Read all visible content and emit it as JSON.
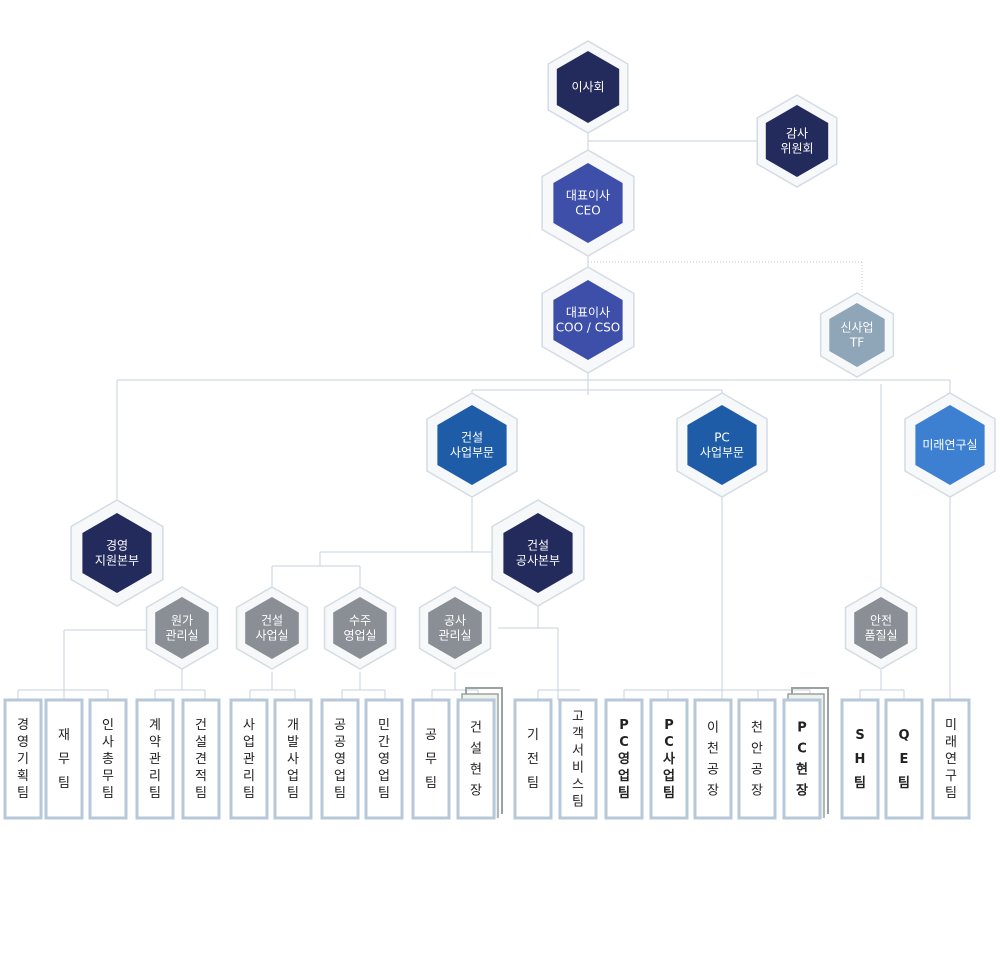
{
  "colors": {
    "line": "#c6d2de",
    "dotted": "#c9c9c9",
    "outer": "#f6f8fa",
    "outer_stroke": "#d3dbe3",
    "navy": "#232a5c",
    "royal": "#3d4fa8",
    "blue": "#1e5ca8",
    "light_blue": "#3d7fd0",
    "steel": "#8fa5b8",
    "gray": "#8a8f96",
    "box_stroke": "#b7c8d8",
    "box_fill": "#ffffff",
    "box_shadow": "#9aa3a0"
  },
  "nodes": {
    "board": [
      "이사회"
    ],
    "audit": [
      "감사",
      "위원회"
    ],
    "ceo": [
      "대표이사",
      "CEO"
    ],
    "coo": [
      "대표이사",
      "COO / CSO"
    ],
    "newbiz": [
      "신사업",
      "TF"
    ],
    "construction": [
      "건설",
      "사업부문"
    ],
    "pc": [
      "PC",
      "사업부문"
    ],
    "research": [
      "미래연구실"
    ],
    "mgmt": [
      "경영",
      "지원본부"
    ],
    "cost": [
      "원가",
      "관리실"
    ],
    "cons_biz": [
      "건설",
      "사업실"
    ],
    "sales": [
      "수주",
      "영업실"
    ],
    "work_mgmt": [
      "공사",
      "관리실"
    ],
    "works_hq": [
      "건설",
      "공사본부"
    ],
    "safety": [
      "안전",
      "품질실"
    ]
  },
  "teams": {
    "t1": "경영기획팀",
    "t2": "재무팀",
    "t3": "인사총무팀",
    "t4": "계약관리팀",
    "t5": "건설견적팀",
    "t6": "사업관리팀",
    "t7": "개발사업팀",
    "t8": "공공영업팀",
    "t9": "민간영업팀",
    "t10": "공무팀",
    "t11": "건설현장",
    "t12": "기전팀",
    "t13": "고객서비스팀",
    "t14": "PC영업팀",
    "t15": "PC사업팀",
    "t16": "이천공장",
    "t17": "천안공장",
    "t18": "PC현장",
    "t19": "SH팀",
    "t20": "QE팀",
    "t21": "미래연구팀"
  }
}
